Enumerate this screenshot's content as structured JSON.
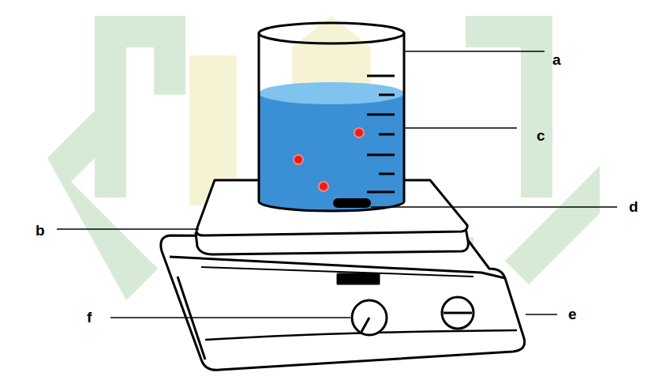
{
  "diagram": {
    "labels": [
      "a",
      "c",
      "d",
      "b",
      "f",
      "e"
    ]
  }
}
